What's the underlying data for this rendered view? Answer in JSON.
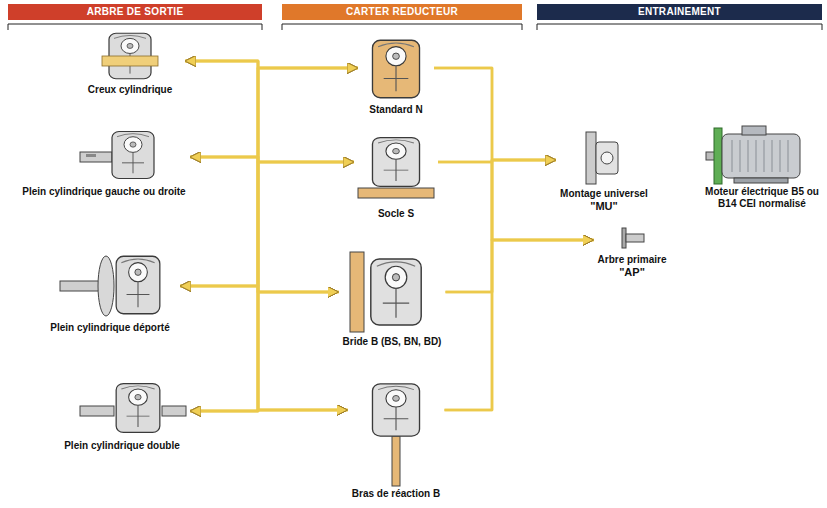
{
  "diagram": {
    "nodes": [
      {
        "text": [
          "ARBRE DE SORTIE"
        ]
      },
      {
        "text": [
          "CARTER REDUCTEUR"
        ]
      },
      {
        "text": [
          "ENTRAINEMENT"
        ]
      },
      {
        "text": [
          "Creux cylindrique"
        ]
      },
      {
        "text": [
          "Plein cylindrique gauche ou droite"
        ]
      },
      {
        "text": [
          "Plein cylindrique déporté"
        ]
      },
      {
        "text": [
          "Plein cylindrique double"
        ]
      },
      {
        "text": [
          "Standard N"
        ]
      },
      {
        "text": [
          "Socle S"
        ]
      },
      {
        "text": [
          "Bride B (BS, BN, BD)"
        ]
      },
      {
        "text": [
          "Bras de réaction B"
        ]
      },
      {
        "text": [
          "Montage universel",
          "\"MU\""
        ]
      },
      {
        "text": [
          "Moteur électrique B5 ou B14 CEI normalisé"
        ]
      },
      {
        "text": [
          "Arbre primaire",
          "\"AP\""
        ]
      }
    ],
    "edges": [
      {
        "from": 3,
        "to": 7,
        "arrow": "both"
      },
      {
        "from": 4,
        "to": 7,
        "arrow": "both"
      },
      {
        "from": 5,
        "to": 7,
        "arrow": "both"
      },
      {
        "from": 6,
        "to": 7,
        "arrow": "both"
      },
      {
        "from": 3,
        "to": 8,
        "arrow": "both"
      },
      {
        "from": 4,
        "to": 8,
        "arrow": "both"
      },
      {
        "from": 5,
        "to": 8,
        "arrow": "both"
      },
      {
        "from": 6,
        "to": 8,
        "arrow": "both"
      },
      {
        "from": 3,
        "to": 9,
        "arrow": "both"
      },
      {
        "from": 4,
        "to": 9,
        "arrow": "both"
      },
      {
        "from": 5,
        "to": 9,
        "arrow": "both"
      },
      {
        "from": 6,
        "to": 9,
        "arrow": "both"
      },
      {
        "from": 3,
        "to": 10,
        "arrow": "both"
      },
      {
        "from": 4,
        "to": 10,
        "arrow": "both"
      },
      {
        "from": 5,
        "to": 10,
        "arrow": "both"
      },
      {
        "from": 6,
        "to": 10,
        "arrow": "both"
      },
      {
        "from": 7,
        "to": 11,
        "arrow": "to"
      },
      {
        "from": 8,
        "to": 11,
        "arrow": "to"
      },
      {
        "from": 9,
        "to": 11,
        "arrow": "to"
      },
      {
        "from": 10,
        "to": 11,
        "arrow": "to"
      },
      {
        "from": 7,
        "to": 13,
        "arrow": "to"
      },
      {
        "from": 8,
        "to": 13,
        "arrow": "to"
      },
      {
        "from": 9,
        "to": 13,
        "arrow": "to"
      },
      {
        "from": 10,
        "to": 13,
        "arrow": "to"
      }
    ]
  }
}
